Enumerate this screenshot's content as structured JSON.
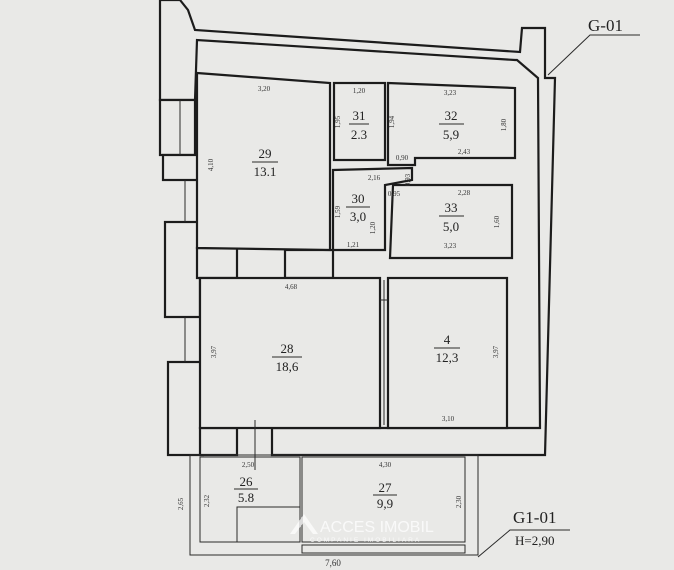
{
  "plan": {
    "labels": {
      "block": "G-01",
      "balcony_block": "G1-01",
      "height": "H=2,90"
    },
    "rooms": [
      {
        "number": "29",
        "area": "13.1"
      },
      {
        "number": "31",
        "area": "2.3"
      },
      {
        "number": "32",
        "area": "5,9"
      },
      {
        "number": "30",
        "area": "3,0"
      },
      {
        "number": "33",
        "area": "5,0"
      },
      {
        "number": "28",
        "area": "18,6"
      },
      {
        "number": "4",
        "area": "12,3"
      },
      {
        "number": "26",
        "area": "5.8"
      },
      {
        "number": "27",
        "area": "9,9"
      }
    ],
    "dimensions": {
      "r29_w": "3,20",
      "r29_h": "4,10",
      "r31_w": "1,20",
      "r31_h": "1,95",
      "r32_w": "3,23",
      "r32_h": "1,80",
      "r32_left": "1,94",
      "r32_bottom": "2,43",
      "r32_step": "0,90",
      "r30_top": "2,16",
      "r30_h": "1,59",
      "r30_bottom": "1,21",
      "r30_step": "0,95",
      "r30_step2": "0,93",
      "r30_right": "1,20",
      "r33_top": "2,28",
      "r33_bottom": "3,23",
      "r33_h": "1,60",
      "r28_w": "4,68",
      "r28_h": "3,97",
      "r4_w": "3,10",
      "r4_h": "3,97",
      "r26_w": "2,50",
      "r26_h": "2,32",
      "outer_h": "2,65",
      "r27_w": "4,30",
      "r27_h": "2,30",
      "total_w": "7,60"
    },
    "watermark": {
      "brand": "ACCES IMOBIL",
      "tagline": "COMPANIE IMOBILIARA"
    }
  }
}
